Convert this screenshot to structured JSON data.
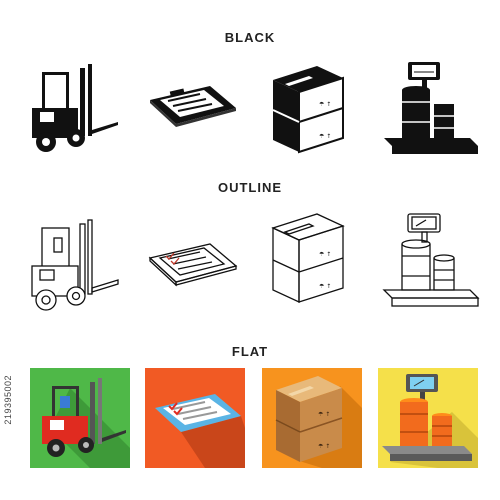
{
  "sections": {
    "black": "BLACK",
    "outline": "OUTLINE",
    "flat": "FLAT"
  },
  "icons": {
    "black": [
      "forklift-icon",
      "clipboard-checklist-icon",
      "stacked-boxes-icon",
      "barrels-on-scale-icon"
    ],
    "outline": [
      "forklift-icon",
      "clipboard-checklist-icon",
      "stacked-boxes-icon",
      "barrels-on-scale-icon"
    ],
    "flat": [
      "forklift-icon",
      "clipboard-checklist-icon",
      "stacked-boxes-icon",
      "barrels-on-scale-icon"
    ]
  },
  "colors": {
    "flat_tile_green": "#4fb848",
    "flat_tile_red": "#f15a24",
    "flat_tile_orange": "#f7931e",
    "flat_tile_yellow": "#f5e04a",
    "ink": "#111111"
  },
  "stock_id": "219395002"
}
